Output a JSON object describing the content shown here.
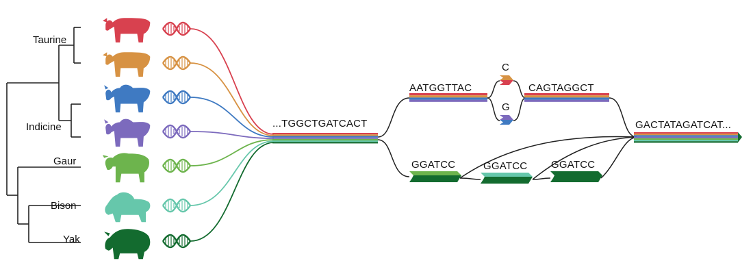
{
  "tree": {
    "labels": [
      "Taurine",
      "Indicine",
      "Gaur",
      "Bison",
      "Yak"
    ]
  },
  "animals": [
    {
      "name": "taurine-cow-1",
      "shape": "cow-icon",
      "color": "#d8414f"
    },
    {
      "name": "taurine-cow-2",
      "shape": "cow-icon",
      "color": "#d79243"
    },
    {
      "name": "indicine-cow-1",
      "shape": "zebu-icon",
      "color": "#3f7ac2"
    },
    {
      "name": "indicine-cow-2",
      "shape": "zebu-icon",
      "color": "#7c6abd"
    },
    {
      "name": "gaur",
      "shape": "gaur-icon",
      "color": "#6db44d"
    },
    {
      "name": "bison",
      "shape": "bison-icon",
      "color": "#66c7ab"
    },
    {
      "name": "yak",
      "shape": "yak-icon",
      "color": "#136b2f"
    }
  ],
  "dna_icon": "dna-helix-icon",
  "sequences": {
    "shared_left": "...TGGCTGATCACT",
    "upper_left": "AATGGTTAC",
    "snp_top": "C",
    "snp_bottom": "G",
    "upper_right": "CAGTAGGCT",
    "repeats": [
      "GGATCC",
      "GGATCC",
      "GGATCC"
    ],
    "shared_right": "GACTATAGATCAT..."
  },
  "colors": {
    "red": "#d8414f",
    "orange": "#d79243",
    "blue": "#3f7ac2",
    "purple": "#7c6abd",
    "green": "#6db44d",
    "teal": "#66c7ab",
    "darkgreen": "#136b2f"
  }
}
